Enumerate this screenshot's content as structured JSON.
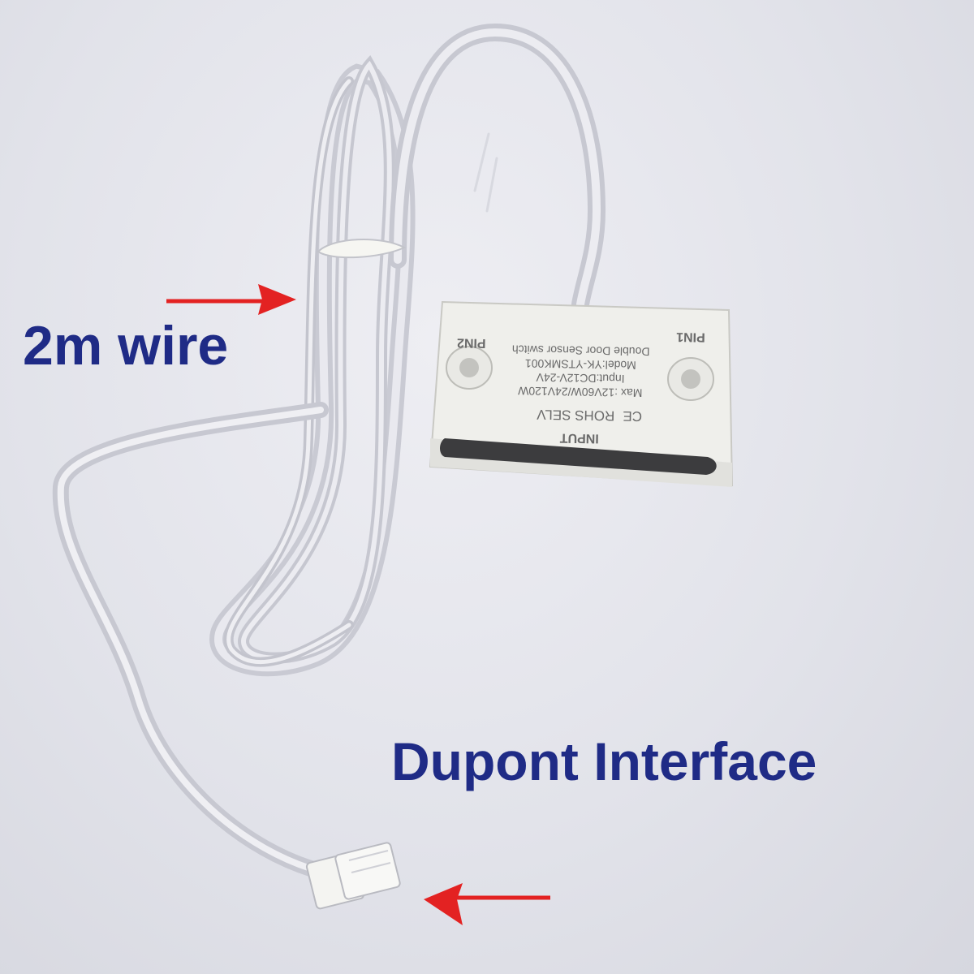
{
  "annotations": {
    "wire_label": "2m wire",
    "connector_label": "Dupont Interface"
  },
  "device": {
    "input_label": "INPUT",
    "cert_marks": "ROHS SELV",
    "ce_mark": "CE",
    "product_name": "Double Door Sensor switch",
    "model": "Model:YK-YTSMK001",
    "input_voltage": "Input:DC12V-24V",
    "max_load": "Max  :12V60W/24V120W",
    "pin1_label": "PIN1",
    "pin2_label": "PIN2"
  },
  "colors": {
    "callout_text": "#1f2b86",
    "arrow": "#e32222",
    "background": "#e4e5ec",
    "cable": "#d4d5dd",
    "device_body": "#efefeb"
  }
}
